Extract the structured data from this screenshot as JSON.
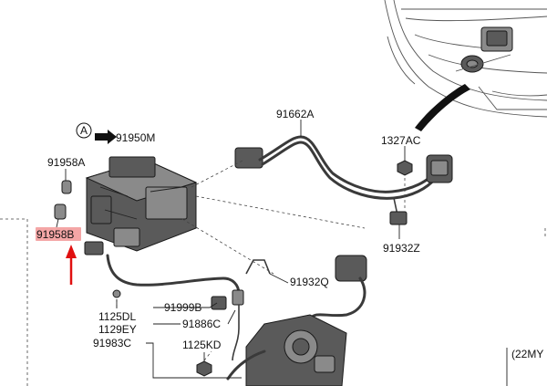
{
  "diagram": {
    "callout_letter": "A",
    "highlight_color": "#f4a6a6",
    "arrow_color": "#e01010",
    "labels": {
      "p91950M": "91950M",
      "p91958A": "91958A",
      "p91958B": "91958B",
      "p91662A": "91662A",
      "p1327AC": "1327AC",
      "p91932Z": "91932Z",
      "p91932Q": "91932Q",
      "p1125DL": "1125DL",
      "p1129EY": "1129EY",
      "p91983C": "91983C",
      "p91999B": "91999B",
      "p91886C": "91886C",
      "p1125KD": "1125KD",
      "model_note": "(22MY"
    }
  }
}
